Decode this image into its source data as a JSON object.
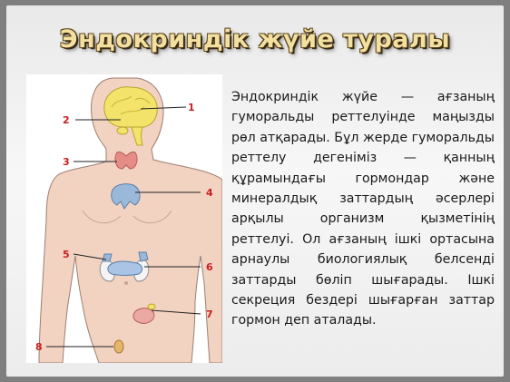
{
  "title": "Эндокриндік жүйе туралы",
  "description": "Эндокриндік жүйе — ағзаның гуморальды реттелуінде маңызды рөл атқарады. Бұл жерде гуморальды реттелу дегеніміз — қанның құрамындағы гормондар және минералдық заттардың әсерлері арқылы организм қызметінің реттелуі. Ол ағзаның ішкі ортасына арнаулы биологиялық белсенді заттарды бөліп шығарады. Ішкі секреция бездері шығарған заттар гормон деп аталады.",
  "diagram_labels": [
    "1",
    "2",
    "3",
    "4",
    "5",
    "6",
    "7",
    "8"
  ],
  "colors": {
    "skin": "#f2d3c2",
    "skin_outline": "#9c7f72",
    "brain": "#f3e36a",
    "thyroid": "#e58c86",
    "thymus": "#9ab8da",
    "pancreas": "#a9c4e4",
    "label_line": "#222222",
    "label_text": "#c81e1e"
  }
}
